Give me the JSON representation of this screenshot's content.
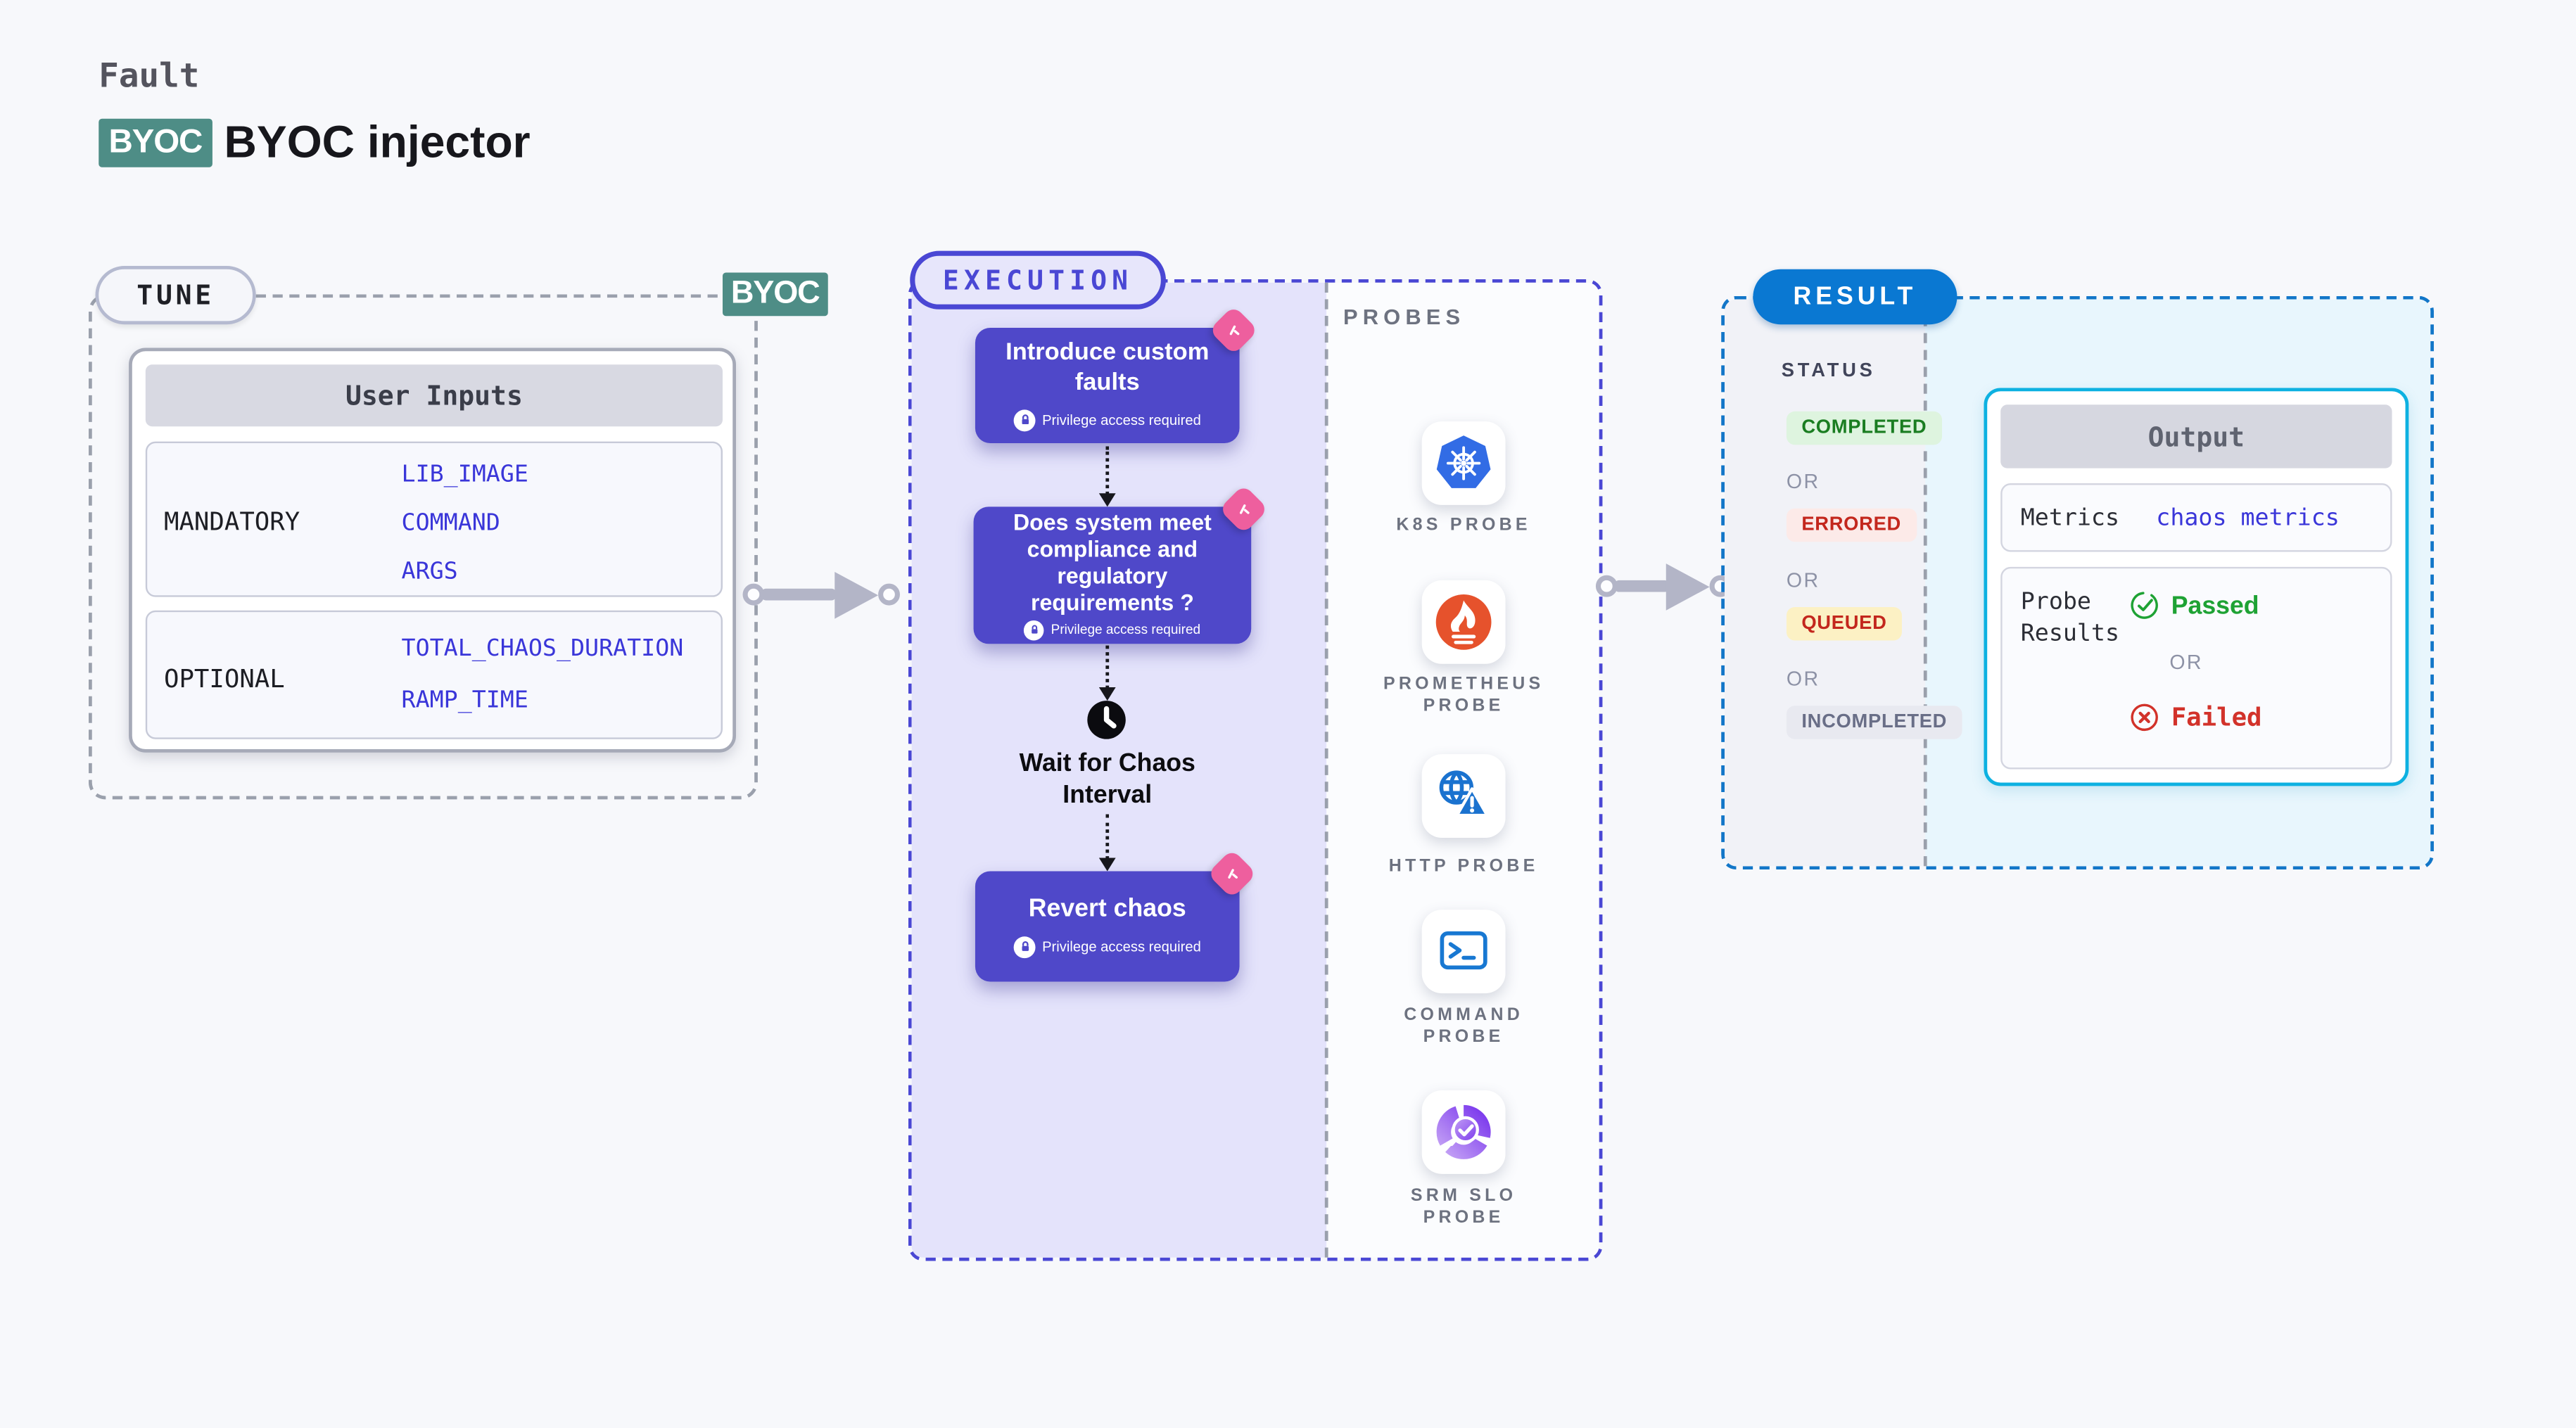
{
  "header": {
    "eyebrow": "Fault",
    "byoc_badge": "BYOC",
    "title": "BYOC injector"
  },
  "colors": {
    "teal_badge": "#4e8d86",
    "indigo_accent": "#4643d3",
    "flow_box": "#4f48c9",
    "result_blue": "#0a78d2",
    "output_border": "#0db1e1",
    "env_value_blue": "#3a36d9",
    "passed_green": "#1ea234",
    "failed_red": "#d2322a"
  },
  "tune": {
    "pill": "TUNE",
    "byoc_badge": "BYOC",
    "user_inputs": {
      "header": "User Inputs",
      "mandatory_label": "MANDATORY",
      "mandatory_values": [
        "LIB_IMAGE",
        "COMMAND",
        "ARGS"
      ],
      "optional_label": "OPTIONAL",
      "optional_values": [
        "TOTAL_CHAOS_DURATION",
        "RAMP_TIME"
      ]
    }
  },
  "execution": {
    "pill": "EXECUTION",
    "step_introduce": {
      "title": "Introduce custom faults",
      "note": "Privilege access required"
    },
    "step_compliance": {
      "title": "Does system meet compliance and regulatory requirements ?",
      "note": "Privilege access required"
    },
    "wait_label": "Wait for Chaos Interval",
    "step_revert": {
      "title": "Revert chaos",
      "note": "Privilege access required"
    }
  },
  "probes": {
    "section_label": "PROBES",
    "items": [
      {
        "label": "K8S PROBE",
        "icon": "kubernetes-icon"
      },
      {
        "label": "PROMETHEUS PROBE",
        "icon": "prometheus-icon"
      },
      {
        "label": "HTTP PROBE",
        "icon": "globe-alert-icon"
      },
      {
        "label": "COMMAND PROBE",
        "icon": "terminal-icon"
      },
      {
        "label": "SRM SLO PROBE",
        "icon": "slo-gauge-icon"
      }
    ]
  },
  "result": {
    "pill": "RESULT",
    "status_label": "STATUS",
    "or_label": "OR",
    "statuses": [
      {
        "label": "COMPLETED",
        "type": "green"
      },
      {
        "label": "ERRORED",
        "type": "red"
      },
      {
        "label": "QUEUED",
        "type": "yellow"
      },
      {
        "label": "INCOMPLETED",
        "type": "gray"
      }
    ],
    "output": {
      "header": "Output",
      "metrics_label": "Metrics",
      "metrics_value": "chaos metrics",
      "probe_results_label": "Probe Results",
      "passed_label": "Passed",
      "failed_label": "Failed"
    }
  }
}
